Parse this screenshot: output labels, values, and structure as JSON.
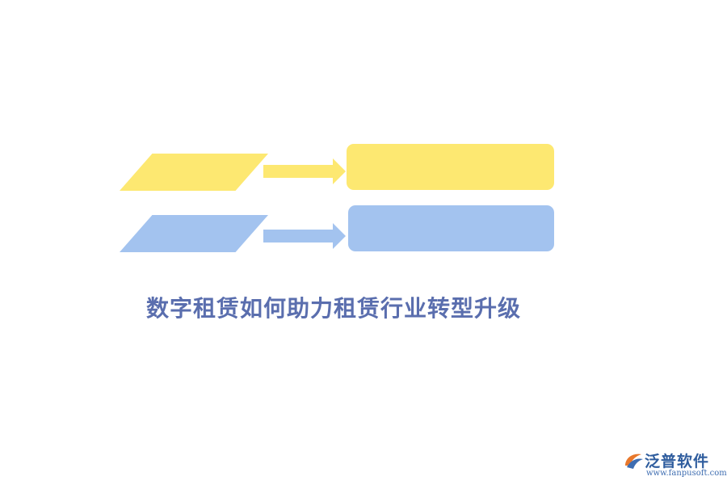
{
  "diagram": {
    "title": "数字租赁如何助力租赁行业转型升级",
    "colors": {
      "yellow": "#fde871",
      "blue": "#a3c3ef",
      "title": "#5a6eae"
    },
    "rows": [
      {
        "color": "yellow",
        "shapes": [
          "parallelogram",
          "arrow",
          "rounded-rectangle"
        ]
      },
      {
        "color": "blue",
        "shapes": [
          "parallelogram",
          "arrow",
          "rounded-rectangle"
        ]
      }
    ]
  },
  "watermark": {
    "brand": "泛普软件",
    "url": "www.fanpusoft.com",
    "icon": "fanpu-logo-icon"
  }
}
